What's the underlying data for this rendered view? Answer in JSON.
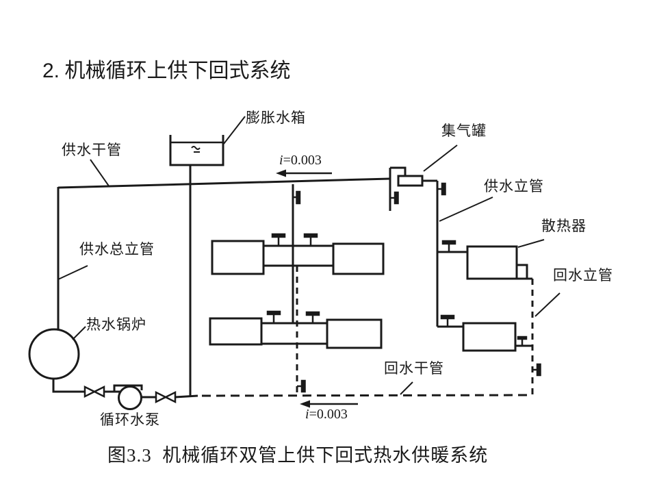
{
  "page": {
    "background": "#ffffff",
    "ink": "#1a1a1a"
  },
  "title": {
    "number": "2.",
    "text": "机械循环上供下回式系统"
  },
  "caption": {
    "figure_no": "图3.3",
    "text": "机械循环双管上供下回式热水供暖系统"
  },
  "diagram": {
    "labels": {
      "expansion_tank": "膨胀水箱",
      "supply_main": "供水干管",
      "air_collector": "集气罐",
      "supply_riser": "供水立管",
      "radiator": "散热器",
      "main_supply_riser": "供水总立管",
      "return_riser": "回水立管",
      "boiler": "热水锅炉",
      "return_main": "回水干管",
      "pump": "循环水泵",
      "slope_i": "i",
      "slope_value": "=0.003"
    }
  }
}
